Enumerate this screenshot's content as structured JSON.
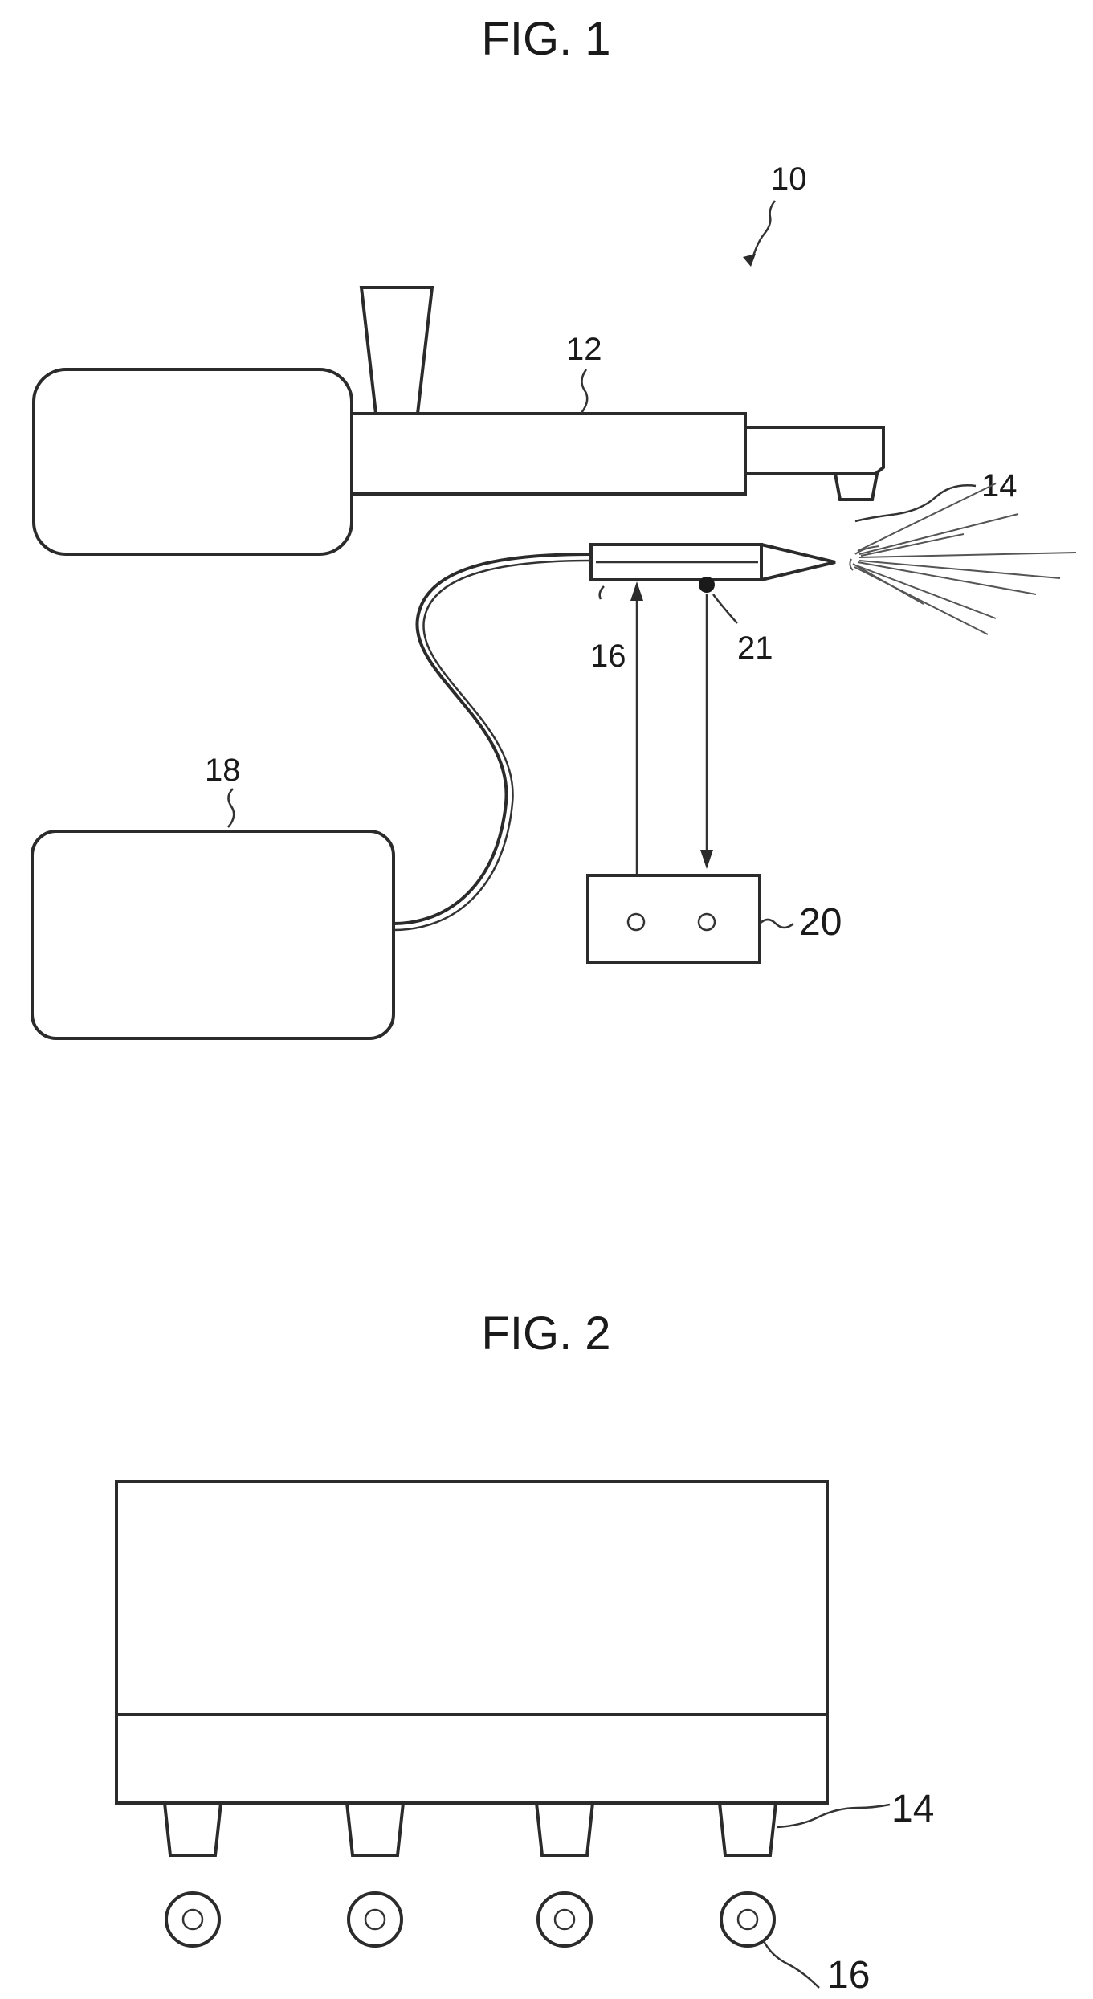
{
  "figures": {
    "fig1": {
      "title": "FIG. 1",
      "labels": {
        "system": "10",
        "extruder": "12",
        "nozzle": "14",
        "probe": "16",
        "generator": "18",
        "controller": "20",
        "sensor": "21"
      }
    },
    "fig2": {
      "title": "FIG. 2",
      "labels": {
        "nozzles": "14",
        "probes": "16"
      }
    }
  }
}
